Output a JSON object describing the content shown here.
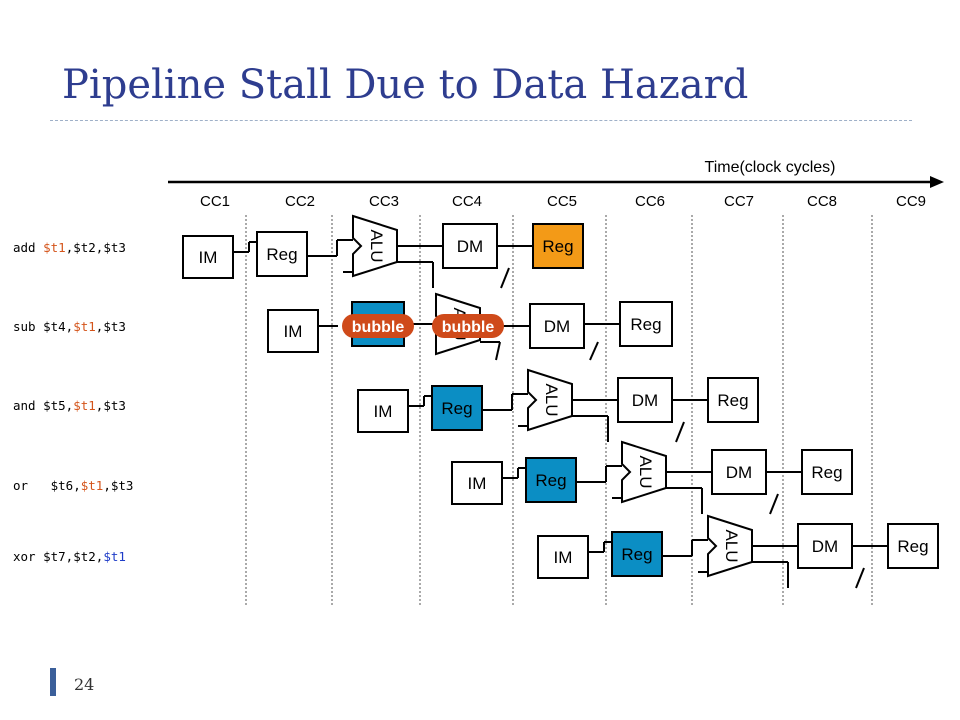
{
  "slide": {
    "title": "Pipeline Stall Due to Data Hazard",
    "page_number": "24"
  },
  "timeline": {
    "label": "Time(clock cycles)",
    "cycles": [
      "CC1",
      "CC2",
      "CC3",
      "CC4",
      "CC5",
      "CC6",
      "CC7",
      "CC8",
      "CC9"
    ]
  },
  "instructions": [
    {
      "parts": [
        {
          "t": "add "
        },
        {
          "t": "$t1",
          "c": "red"
        },
        {
          "t": ",$t2,$t3"
        }
      ]
    },
    {
      "parts": [
        {
          "t": "sub $t4,"
        },
        {
          "t": "$t1",
          "c": "red"
        },
        {
          "t": ",$t3"
        }
      ]
    },
    {
      "parts": [
        {
          "t": "and $t5,"
        },
        {
          "t": "$t1",
          "c": "red"
        },
        {
          "t": ",$t3"
        }
      ]
    },
    {
      "parts": [
        {
          "t": "or   $t6,"
        },
        {
          "t": "$t1",
          "c": "red"
        },
        {
          "t": ",$t3"
        }
      ]
    },
    {
      "parts": [
        {
          "t": "xor $t7,$t2,"
        },
        {
          "t": "$t1",
          "c": "blue"
        }
      ]
    }
  ],
  "stages": {
    "im": "IM",
    "reg": "Reg",
    "alu": "ALU",
    "dm": "DM"
  },
  "bubble": {
    "label": "bubble"
  },
  "colors": {
    "title": "#2e3d8f",
    "reg_write_highlight": "#f39a17",
    "reg_read_highlight": "#0b8ec4",
    "bubble": "#cf4a1a",
    "highlight_red": "#d4541a",
    "highlight_blue": "#1e3cc8"
  }
}
